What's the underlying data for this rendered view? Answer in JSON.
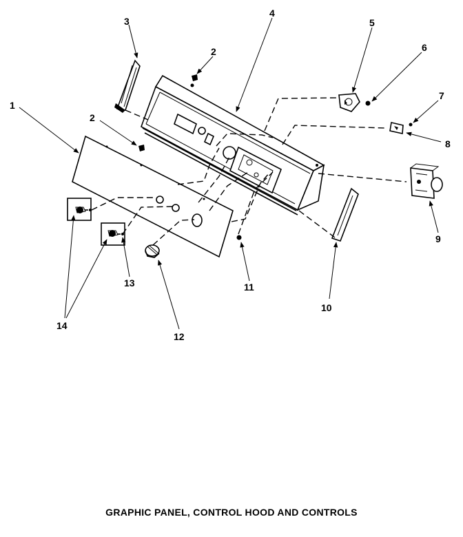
{
  "caption": "GRAPHIC PANEL, CONTROL HOOD AND CONTROLS",
  "part_labels": {
    "p1": "1",
    "p2a": "2",
    "p2b": "2",
    "p3": "3",
    "p4": "4",
    "p5": "5",
    "p6": "6",
    "p7": "7",
    "p8": "8",
    "p9": "9",
    "p10": "10",
    "p11": "11",
    "p12": "12",
    "p13": "13",
    "p14": "14"
  }
}
